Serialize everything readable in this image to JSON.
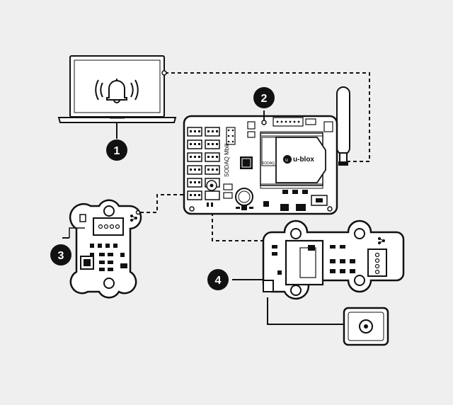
{
  "colors": {
    "background": "#efefef",
    "ink": "#111111",
    "board": "#ffffff"
  },
  "callouts": [
    {
      "id": "laptop",
      "label": "1"
    },
    {
      "id": "mainboard",
      "label": "2"
    },
    {
      "id": "sensor-module",
      "label": "3"
    },
    {
      "id": "gps-module",
      "label": "4"
    }
  ],
  "mainboard": {
    "brand_text": "SODAQ Mbili",
    "chip_brand": "u-blox"
  },
  "laptop": {
    "screen_icon": "bell-alarm-icon"
  },
  "connections": [
    {
      "from": "laptop",
      "to": "mainboard-antenna",
      "style": "dashed"
    },
    {
      "from": "mainboard",
      "to": "sensor-module",
      "style": "dashed"
    },
    {
      "from": "mainboard",
      "to": "gps-module",
      "style": "dashed"
    },
    {
      "from": "gps-module",
      "to": "gps-antenna",
      "style": "solid"
    }
  ]
}
